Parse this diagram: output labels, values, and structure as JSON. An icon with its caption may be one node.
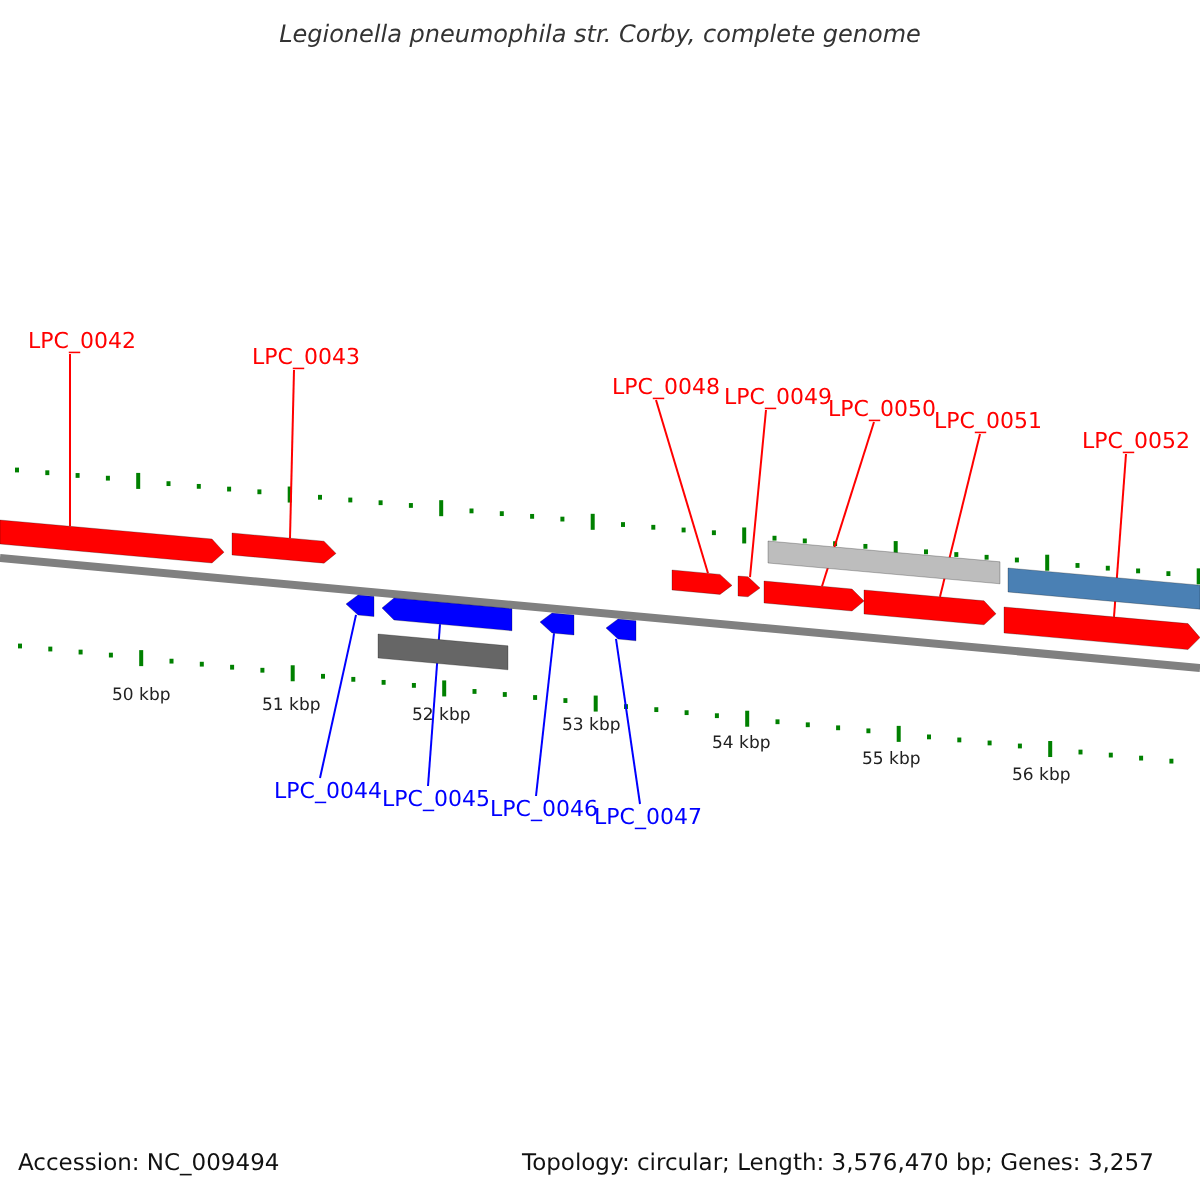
{
  "diagram": {
    "title": "Legionella pneumophila str. Corby, complete genome",
    "nodes": [
      {
        "text": [
          "LPC_0042"
        ]
      },
      {
        "text": [
          "LPC_0043"
        ]
      },
      {
        "text": [
          "LPC_0048"
        ]
      },
      {
        "text": [
          "LPC_0049"
        ]
      },
      {
        "text": [
          "LPC_0050"
        ]
      },
      {
        "text": [
          "LPC_0051"
        ]
      },
      {
        "text": [
          "LPC_0052"
        ]
      },
      {
        "text": [],
        "shape": "arrow"
      },
      {
        "text": [],
        "shape": "arrow"
      },
      {
        "text": [],
        "shape": "bar"
      },
      {
        "text": [],
        "shape": "bar"
      },
      {
        "text": [],
        "shape": "arrow"
      },
      {
        "text": [],
        "shape": "arrow"
      },
      {
        "text": [],
        "shape": "arrow"
      },
      {
        "text": [],
        "shape": "arrow"
      },
      {
        "text": [],
        "shape": "arrow"
      },
      {
        "text": [],
        "shape": "arrow"
      },
      {
        "text": [],
        "shape": "arrow"
      },
      {
        "text": [],
        "shape": "arrow"
      },
      {
        "text": [],
        "shape": "arrow"
      },
      {
        "text": [],
        "shape": "bar"
      },
      {
        "text": [
          "LPC_0044"
        ]
      },
      {
        "text": [
          "LPC_0045"
        ]
      },
      {
        "text": [
          "LPC_0046"
        ]
      },
      {
        "text": [
          "LPC_0047"
        ]
      }
    ],
    "edges": [
      {
        "from": 0,
        "to": 7,
        "arrow": "none"
      },
      {
        "from": 1,
        "to": 8,
        "arrow": "none"
      },
      {
        "from": 2,
        "to": 11,
        "arrow": "none"
      },
      {
        "from": 3,
        "to": 12,
        "arrow": "none"
      },
      {
        "from": 4,
        "to": 13,
        "arrow": "none"
      },
      {
        "from": 5,
        "to": 14,
        "arrow": "none"
      },
      {
        "from": 6,
        "to": 15,
        "arrow": "none"
      },
      {
        "from": 21,
        "to": 16,
        "arrow": "none",
        "color": "#0000ff"
      },
      {
        "from": 22,
        "to": 17,
        "arrow": "none",
        "color": "#0000ff"
      },
      {
        "from": 23,
        "to": 18,
        "arrow": "none",
        "color": "#0000ff"
      },
      {
        "from": 24,
        "to": 19,
        "arrow": "none",
        "color": "#0000ff"
      }
    ],
    "labels": [
      "50 kbp",
      "51 kbp",
      "52 kbp",
      "53 kbp",
      "54 kbp",
      "55 kbp",
      "56 kbp",
      "Accession: NC_009494",
      "Topology: circular; Length: 3,576,470 bp; Genes: 3,257"
    ]
  }
}
